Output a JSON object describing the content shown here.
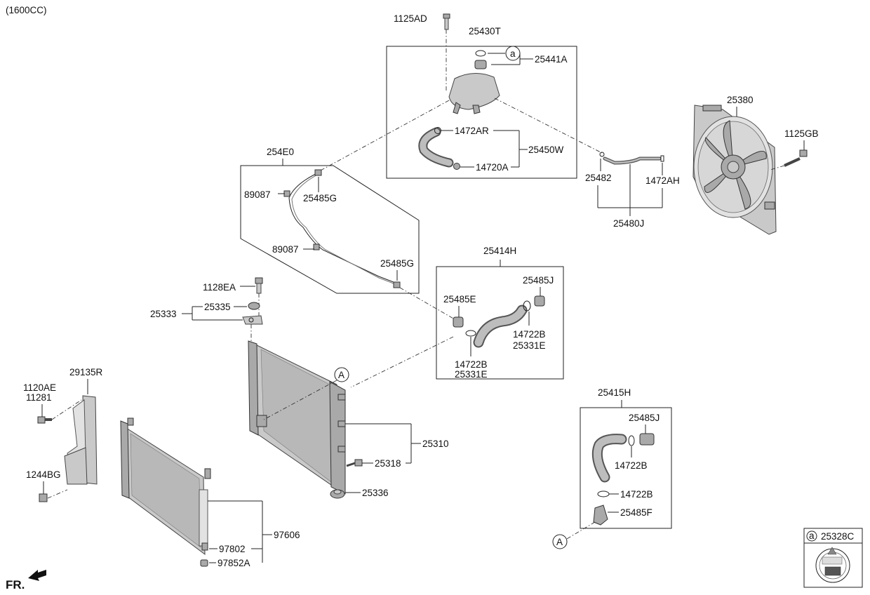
{
  "engine_note": "(1600CC)",
  "front_label": "FR.",
  "callout_letters": {
    "a": "a",
    "A": "A"
  },
  "legend": {
    "letter": "a",
    "part": "25328C"
  },
  "groups": {
    "reservoir_group": "25430T",
    "sensor_group": "254E0",
    "upper_hose_group": "25414H",
    "lower_hose_group": "25415H",
    "bypass_hose_group": "25480J",
    "radiator_group": "25333",
    "condenser_group": "97606"
  },
  "parts": {
    "p1125AD": "1125AD",
    "p25441A": "25441A",
    "p1472AR": "1472AR",
    "p25450W": "25450W",
    "p14720A": "14720A",
    "p25380": "25380",
    "p1125GB": "1125GB",
    "p25482": "25482",
    "p1472AH": "1472AH",
    "p89087a": "89087",
    "p25485Ga": "25485G",
    "p89087b": "89087",
    "p25485Gb": "25485G",
    "p25485Ja": "25485J",
    "p25485E": "25485E",
    "p14722Ba": "14722B",
    "p25331Ea": "25331E",
    "p14722Bb": "14722B",
    "p25331Eb": "25331E",
    "p1128EA": "1128EA",
    "p25335": "25335",
    "p29135R": "29135R",
    "p1120AE": "1120AE",
    "p11281": "11281",
    "p1244BG": "1244BG",
    "p25310": "25310",
    "p25318": "25318",
    "p25336": "25336",
    "p25485Jb": "25485J",
    "p14722Bc": "14722B",
    "p14722Bd": "14722B",
    "p25485F": "25485F",
    "p97802": "97802",
    "p97852A": "97852A"
  }
}
